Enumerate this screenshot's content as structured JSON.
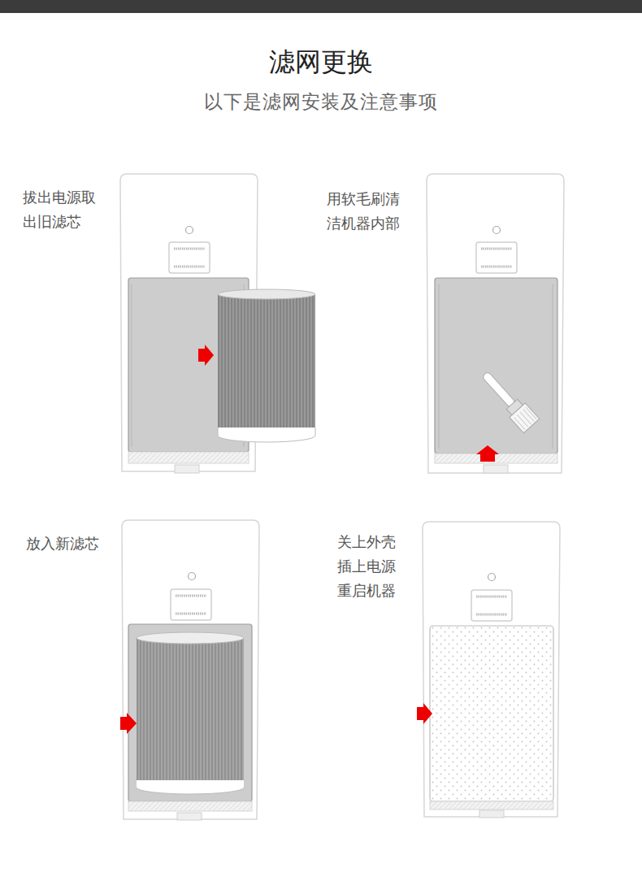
{
  "diagram": {
    "title": "滤网更换",
    "caption": "以下是滤网安装及注意事项",
    "labels": [
      "拔出电源取 出旧滤芯",
      "用软毛刷清 洁机器内部",
      "放入新滤芯",
      "关上外壳 插上电源 重启机器"
    ]
  }
}
